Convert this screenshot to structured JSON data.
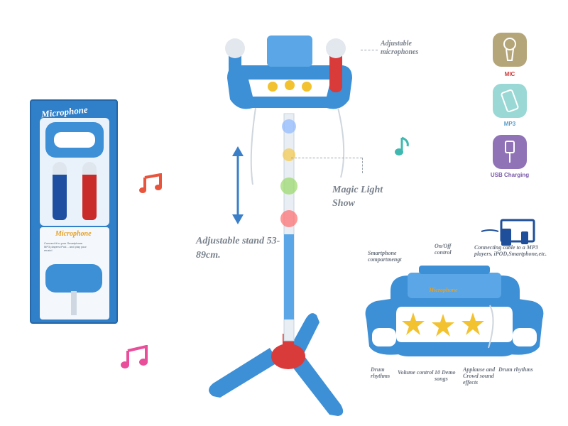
{
  "box": {
    "brand_top": "Microphone",
    "brand_mid": "Microphone",
    "caption": "Connect it to your Smartphone MP3 players iPod... and play your music!"
  },
  "stand": {
    "mic_callout": "Adjustable microphones",
    "light_callout": "Magic Light Show",
    "stand_callout": "Adjustable stand 53-89cm."
  },
  "features": [
    {
      "label": "MIC",
      "icon": "microphone-icon",
      "bg": "#b5a67a",
      "color": "#d23a3a"
    },
    {
      "label": "MP3",
      "icon": "phone-icon",
      "bg": "#9ad8d5",
      "color": "#5a9ec8"
    },
    {
      "label": "USB Charging",
      "icon": "usb-plug-icon",
      "bg": "#8f73b6",
      "color": "#7b5aa8"
    }
  ],
  "panel": {
    "brand": "Microphone",
    "connect_callout": "Connecting cable to a MP3 players, iPOD,Smartphone,etc.",
    "smartphone_callout": "Smartphone compartmengt",
    "onoff_callout": "On/Off control",
    "drum_left": "Drum rhythms",
    "volume": "Volume control",
    "demo": "10 Demo songs",
    "applause": "Applause and Crowd sound effects",
    "drum_right": "Drum rhythms"
  },
  "colors": {
    "toy_blue": "#3d8fd6",
    "toy_red": "#d93a3a",
    "note_red": "#e8543c",
    "note_teal": "#3fb8b0",
    "note_pink": "#e84e9a",
    "arrow_blue": "#3a7fc8"
  }
}
